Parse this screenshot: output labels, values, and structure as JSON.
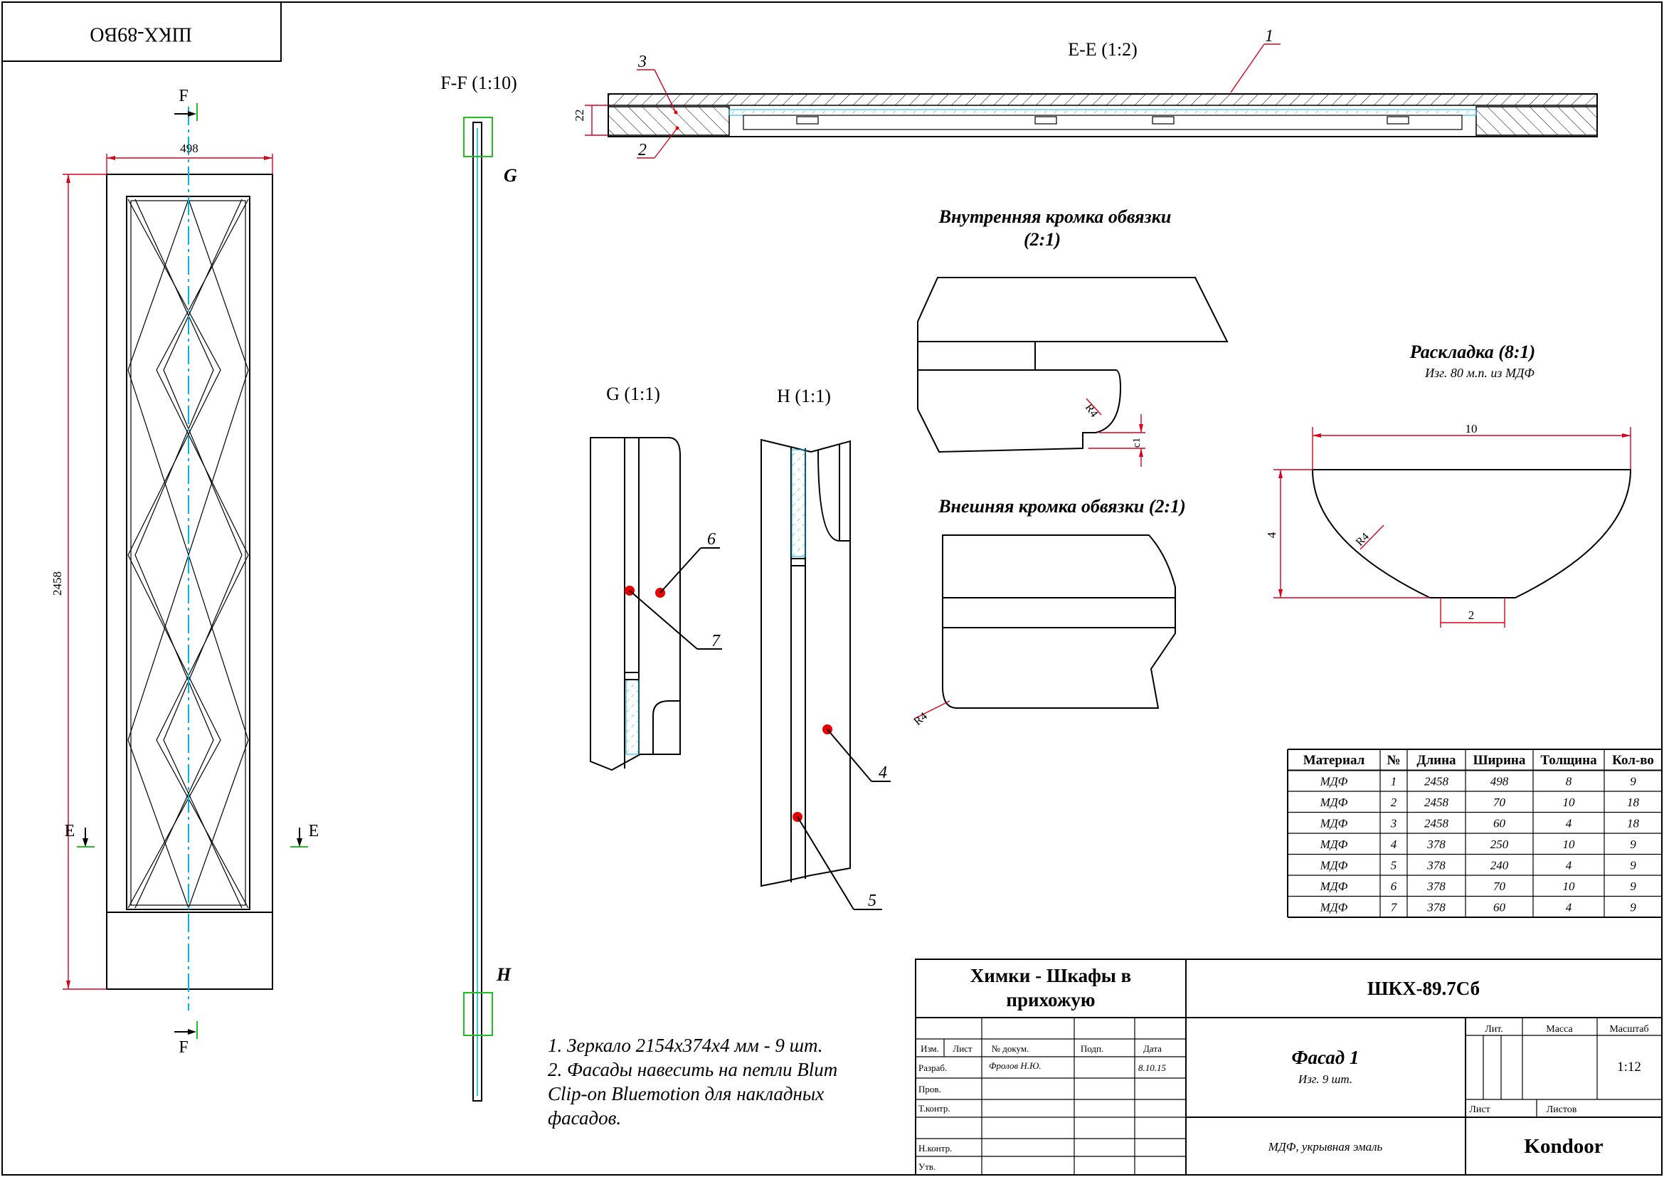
{
  "stamp_top": "ШКХ-89ВО",
  "views": {
    "ff": "F-F (1:10)",
    "ee": "E-E (1:2)",
    "g": "G (1:1)",
    "h": "H (1:1)",
    "inner_edge_title": "Внутренняя кромка обвязки",
    "inner_edge_scale": "(2:1)",
    "outer_edge_title": "Внешняя кромка обвязки (2:1)",
    "raskladka_title": "Раскладка (8:1)",
    "raskladka_sub": "Изг. 80 м.п. из МДФ"
  },
  "section_marks": {
    "f": "F",
    "e": "E",
    "g": "G",
    "h": "H"
  },
  "dimensions": {
    "width": "498",
    "height": "2458",
    "thickness": "22",
    "inner_radius": "R4",
    "inner_step": "c1",
    "outer_radius": "R4",
    "rask_width": "10",
    "rask_height": "4",
    "rask_radius": "R4",
    "rask_bottom": "2"
  },
  "callouts": [
    "1",
    "2",
    "3",
    "4",
    "5",
    "6",
    "7"
  ],
  "notes": [
    "1. Зеркало 2154x374x4 мм - 9 шт.",
    "2. Фасады навесить на петли Blum",
    "Clip-on Bluemotion для накладных",
    "фасадов."
  ],
  "parts_table": {
    "headers": [
      "Материал",
      "№",
      "Длина",
      "Ширина",
      "Толщина",
      "Кол-во"
    ],
    "rows": [
      [
        "МДФ",
        "1",
        "2458",
        "498",
        "8",
        "9"
      ],
      [
        "МДФ",
        "2",
        "2458",
        "70",
        "10",
        "18"
      ],
      [
        "МДФ",
        "3",
        "2458",
        "60",
        "4",
        "18"
      ],
      [
        "МДФ",
        "4",
        "378",
        "250",
        "10",
        "9"
      ],
      [
        "МДФ",
        "5",
        "378",
        "240",
        "4",
        "9"
      ],
      [
        "МДФ",
        "6",
        "378",
        "70",
        "10",
        "9"
      ],
      [
        "МДФ",
        "7",
        "378",
        "60",
        "4",
        "9"
      ]
    ]
  },
  "title_block": {
    "project_line1": "Химки - Шкафы в",
    "project_line2": "прихожую",
    "code": "ШКХ-89.7Сб",
    "part_name": "Фасад 1",
    "part_qty": "Изг. 9 шт.",
    "material": "МДФ, укрывная эмаль",
    "company": "Kondoor",
    "scale": "1:12",
    "col_heads": [
      "Изм.",
      "Лист",
      "№ докум.",
      "Подп.",
      "Дата"
    ],
    "rows": [
      "Разраб.",
      "Пров.",
      "Т.контр.",
      "Н.контр.",
      "Утв."
    ],
    "developer": "Фролов Н.Ю.",
    "date": "8.10.15",
    "lit": "Лит.",
    "mass": "Масса",
    "masshtab": "Масштаб",
    "list": "Лист",
    "listov": "Листов"
  }
}
